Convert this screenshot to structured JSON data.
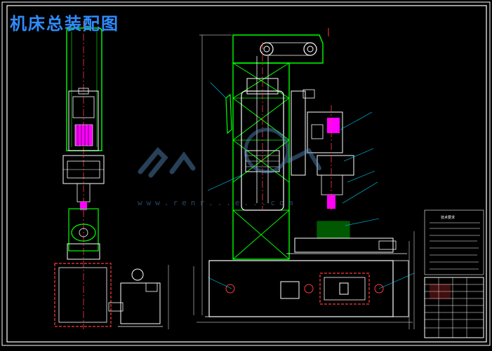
{
  "drawing": {
    "title": "机床总装配图",
    "watermark_url": "www.renr...e...com",
    "watermark_logo": "人人文库"
  },
  "colors": {
    "background": "#000000",
    "frame": "#ffffff",
    "structure": "#00ff00",
    "dimension": "#ff3b3b",
    "leader": "#00d4ff",
    "motor": "#ff00ff",
    "title_text": "#2f8cff"
  },
  "notes_heading": "技术要求"
}
